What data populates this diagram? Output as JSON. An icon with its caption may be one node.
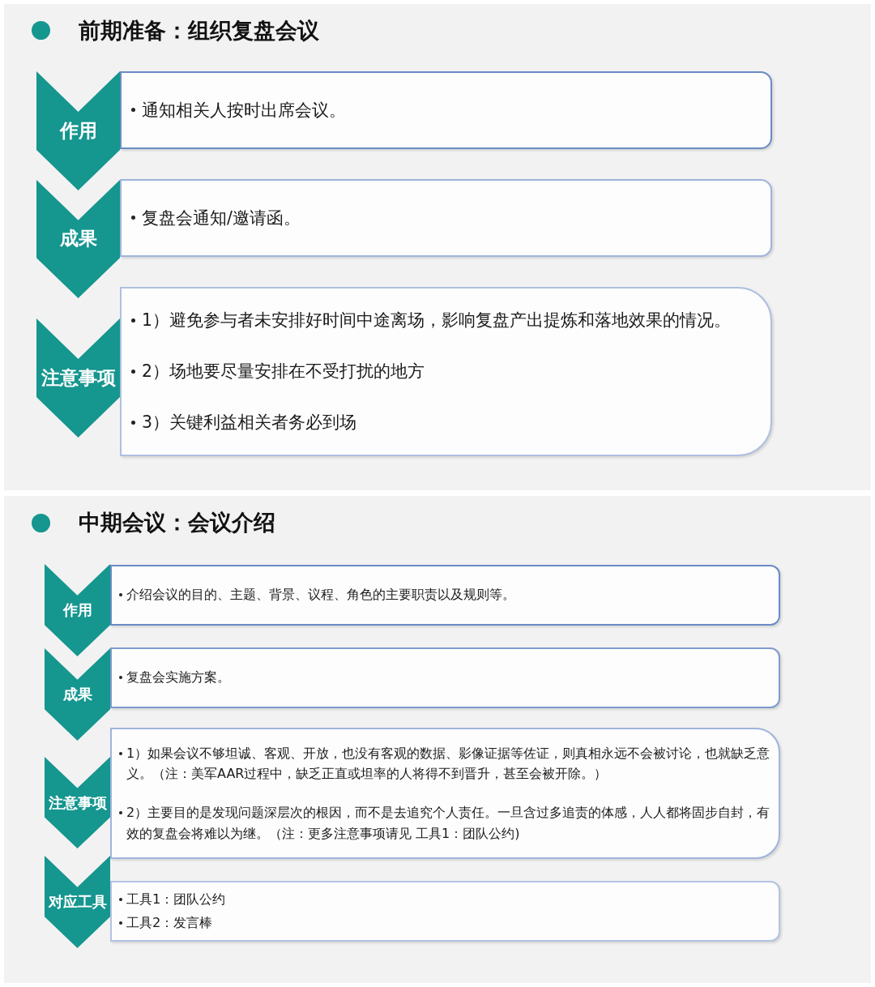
{
  "diagram": {
    "nodes": [
      {
        "text": [
          "前期准备：组织复盘会议"
        ]
      },
      {
        "text": [
          "作用"
        ],
        "in": 0
      },
      {
        "text": [
          "通知相关人按时出席会议。"
        ],
        "in": 0
      },
      {
        "text": [
          "成果"
        ],
        "in": 0
      },
      {
        "text": [
          "复盘会通知/邀请函。"
        ],
        "in": 0
      },
      {
        "text": [
          "注意事项"
        ],
        "in": 0
      },
      {
        "text": [
          "1）避免参与者未安排好时间中途离场，影响复盘产出提炼和落地效果的情况。",
          "2）场地要尽量安排在不受打扰的地方",
          "3）关键利益相关者务必到场"
        ],
        "in": 0
      },
      {
        "text": [
          "中期会议：会议介绍"
        ]
      },
      {
        "text": [
          "作用"
        ],
        "in": 7
      },
      {
        "text": [
          "介绍会议的目的、主题、背景、议程、角色的主要职责以及规则等。"
        ],
        "in": 7
      },
      {
        "text": [
          "成果"
        ],
        "in": 7
      },
      {
        "text": [
          "复盘会实施方案。"
        ],
        "in": 7
      },
      {
        "text": [
          "注意事项"
        ],
        "in": 7
      },
      {
        "text": [
          "1）如果会议不够坦诚、客观、开放，也没有客观的数据、影像证据等佐证，则真相永远不会被讨论，也就缺乏意义。（注：美军AAR过程中，缺乏正直或坦率的人将得不到晋升，甚至会被开除。）",
          "2）主要目的是发现问题深层次的根因，而不是去追究个人责任。一旦含过多追责的体感，人人都将固步自封，有效的复盘会将难以为继。（注：更多注意事项请见 工具1：团队公约)"
        ],
        "in": 7
      },
      {
        "text": [
          "对应工具"
        ],
        "in": 7
      },
      {
        "text": [
          "工具1：团队公约",
          "工具2：发言棒"
        ],
        "in": 7
      }
    ]
  }
}
